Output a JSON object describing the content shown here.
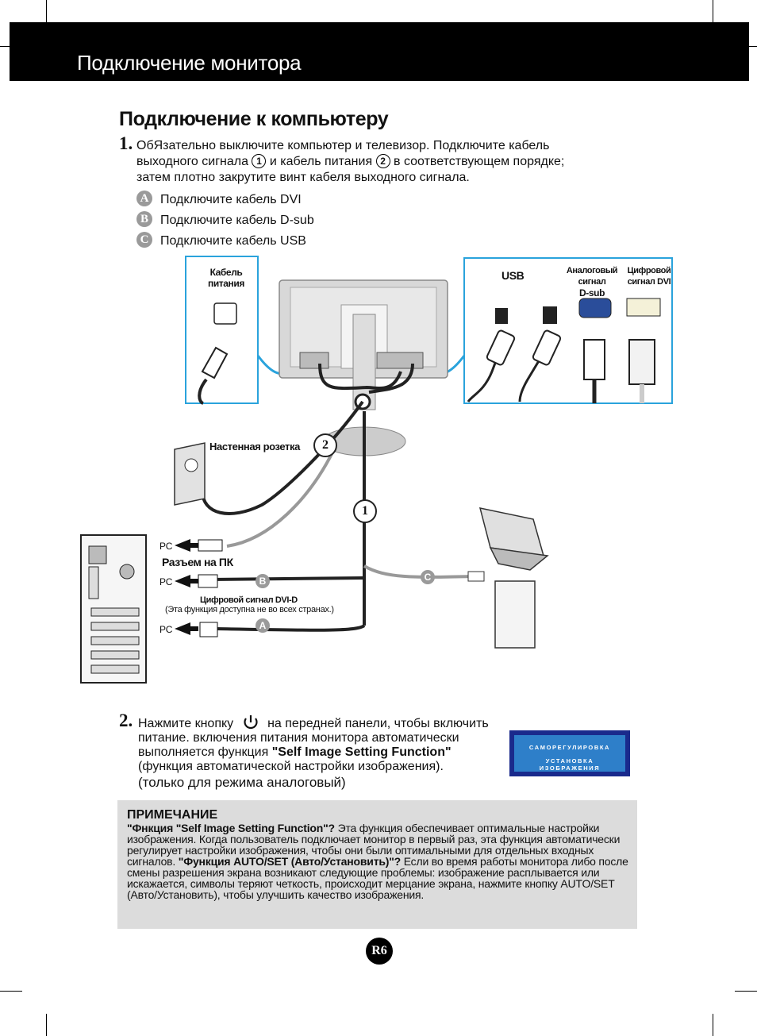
{
  "header": {
    "title": "Подключение монитора"
  },
  "section": {
    "title": "Подключение к компьютеру"
  },
  "step1": {
    "number": "1.",
    "line1": "ОбЯзательно выключите компьютер и телевизор. Подключите кабель",
    "line2_a": "выходного сигнала",
    "marker1": "1",
    "line2_b": "и кабель питания",
    "marker2": "2",
    "line2_c": "в соответствующем порядке;",
    "line3": "затем плотно закрутите винт кабеля выходного сигнала.",
    "items": [
      {
        "badge": "A",
        "label": "Подключите кабель DVI"
      },
      {
        "badge": "B",
        "label": "Подключите кабель D-sub"
      },
      {
        "badge": "C",
        "label": "Подключите кабель USB"
      }
    ]
  },
  "diagram": {
    "power_cable_label_1": "Кабель",
    "power_cable_label_2": "питания",
    "usb_label": "USB",
    "analog_label_1": "Аналоговый сигнал",
    "analog_label_2": "D-sub",
    "digital_label_1": "Цифровой",
    "digital_label_2": "сигнал  DVI",
    "wall_outlet_label": "Настенная розетка",
    "marker_2": "2",
    "marker_1": "1",
    "pc_label_1": "PC",
    "pc_connector_label": "Разъем на ПК",
    "pc_label_2": "PC",
    "badge_b": "B",
    "badge_c": "C",
    "dvi_label": "Цифровой сигнал  DVI-D",
    "dvi_note": "(Эта функция доступна не во всех странах.)",
    "pc_label_3": "PC",
    "badge_a": "A"
  },
  "step2": {
    "number": "2.",
    "line1_a": "Нажмите кнопку",
    "line1_b": "на передней панели, чтобы включить",
    "line2": "питание. включения питания монитора автоматически",
    "line3_a": "выполняется функция ",
    "line3_b": "\"Self Image Setting Function\"",
    "line4": "(функция автоматической настройки изображения).",
    "line5": "(только для режима аналоговый)"
  },
  "osd": {
    "line1": "САМОРЕГУЛИРОВКА",
    "line2": "УСТАНОВКА ИЗОБРАЖЕНИЯ"
  },
  "note": {
    "title": "ПРИМЕЧАНИЕ",
    "q1": "\"Фнкция \"Self Image Setting Function\"?",
    "a1": " Эта функция обеспечивает оптимальные настройки изображения. Когда пользователь подключает монитор в первый раз, эта функция автоматически регулирует настройки изображения, чтобы они были оптимальными для отдельных входных сигналов. ",
    "q2": "\"Функция AUTO/SET (Авто/Установить)\"?",
    "a2": " Если во время работы монитора либо после смены разрешения экрана возникают следующие проблемы: изображение расплывается или искажается, символы теряют четкость, происходит мерцание экрана, нажмите кнопку AUTO/SET (Авто/Установить), чтобы улучшить качество изображения."
  },
  "page_number": "R6",
  "colors": {
    "callout_border": "#2aa3dc",
    "osd_outer": "#1a2a8c",
    "osd_inner": "#2e7fc9",
    "note_bg": "#dcdcdc"
  }
}
